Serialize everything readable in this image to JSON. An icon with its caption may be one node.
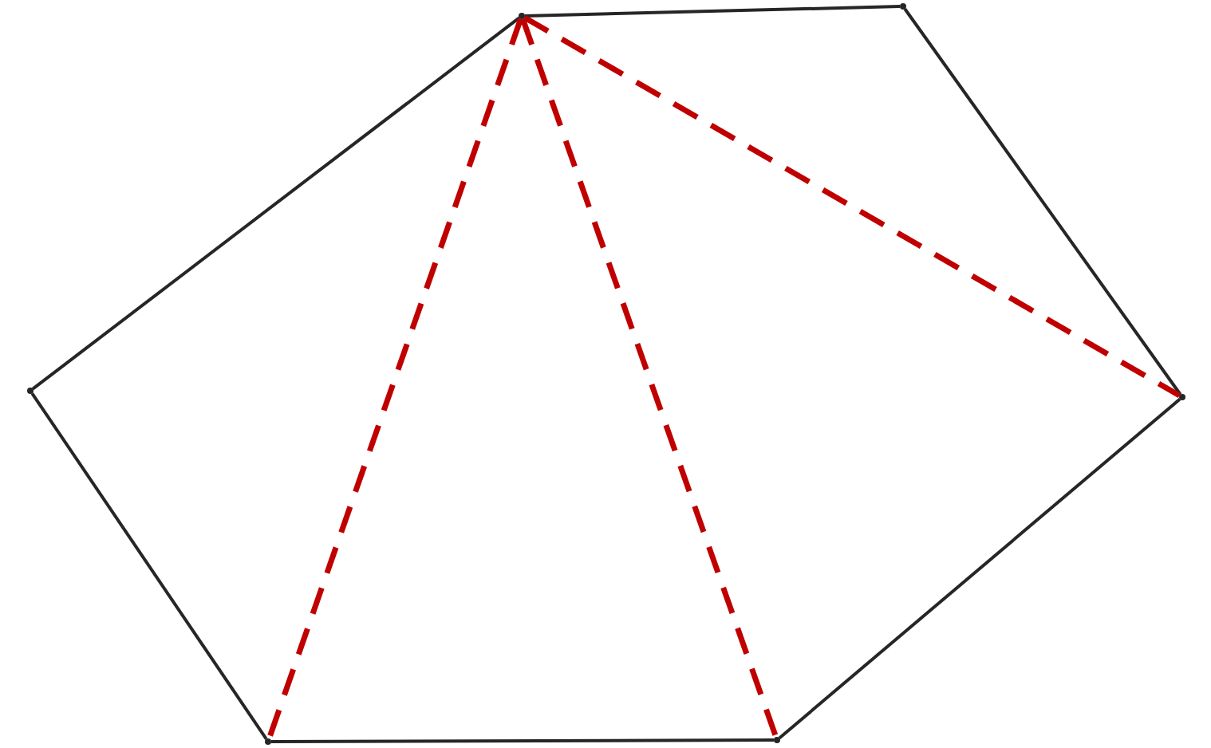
{
  "diagram": {
    "nodes": [
      {
        "text": [],
        "shape": "point"
      },
      {
        "text": [],
        "shape": "point"
      },
      {
        "text": [],
        "shape": "point"
      },
      {
        "text": [],
        "shape": "point"
      },
      {
        "text": [],
        "shape": "point"
      },
      {
        "text": [],
        "shape": "point"
      }
    ],
    "edges": [
      {
        "from": 0,
        "to": 1,
        "arrow": "none"
      },
      {
        "from": 1,
        "to": 2,
        "arrow": "none"
      },
      {
        "from": 2,
        "to": 3,
        "arrow": "none"
      },
      {
        "from": 3,
        "to": 4,
        "arrow": "none"
      },
      {
        "from": 4,
        "to": 5,
        "arrow": "none"
      },
      {
        "from": 5,
        "to": 0,
        "arrow": "none"
      },
      {
        "from": 0,
        "to": 2,
        "arrow": "none",
        "style": "dashed",
        "color": "#c00000"
      },
      {
        "from": 0,
        "to": 3,
        "arrow": "none",
        "style": "dashed",
        "color": "#c00000"
      },
      {
        "from": 0,
        "to": 4,
        "arrow": "none",
        "style": "dashed",
        "color": "#c00000"
      }
    ]
  }
}
